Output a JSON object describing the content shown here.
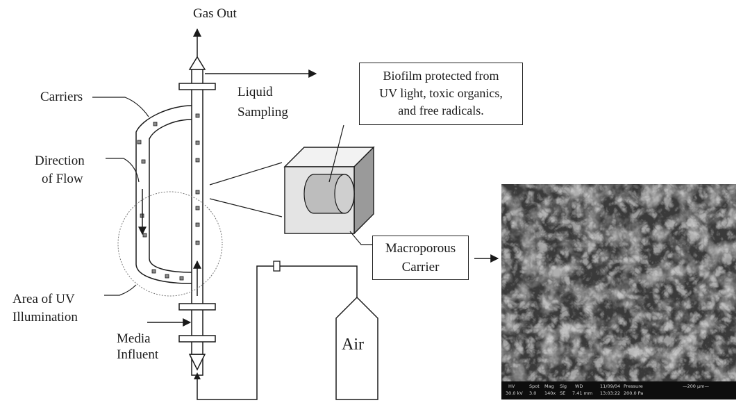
{
  "labels": {
    "gas_out": "Gas Out",
    "liquid_sampling_line1": "Liquid",
    "liquid_sampling_line2": "Sampling",
    "carriers": "Carriers",
    "direction_line1": "Direction",
    "direction_line2": "of Flow",
    "area_line1": "Area of UV",
    "area_line2": "Illumination",
    "media_line1": "Media",
    "media_line2": "Influent",
    "air": "Air",
    "biofilm_line1": "Biofilm protected from",
    "biofilm_line2": "UV light, toxic organics,",
    "biofilm_line3": "and free radicals.",
    "macro_line1": "Macroporous",
    "macro_line2": "Carrier"
  },
  "sem_bar": {
    "headers": [
      "HV",
      "Spot",
      "Mag",
      "Sig",
      "WD",
      "11/09/04",
      "Pressure",
      "—200 µm—"
    ],
    "values": [
      "30.0 kV",
      "3.0",
      "140x",
      "SE",
      "7.41 mm",
      "13:03:22",
      "200.0 Pa",
      ""
    ]
  },
  "colors": {
    "line": "#1a1a1a",
    "cube_front": "#e4e4e4",
    "cube_top": "#f2f2f2",
    "cube_side": "#9a9a9a",
    "cylinder": "#bdbdbd",
    "sem_bg": "#3a3a3a"
  }
}
